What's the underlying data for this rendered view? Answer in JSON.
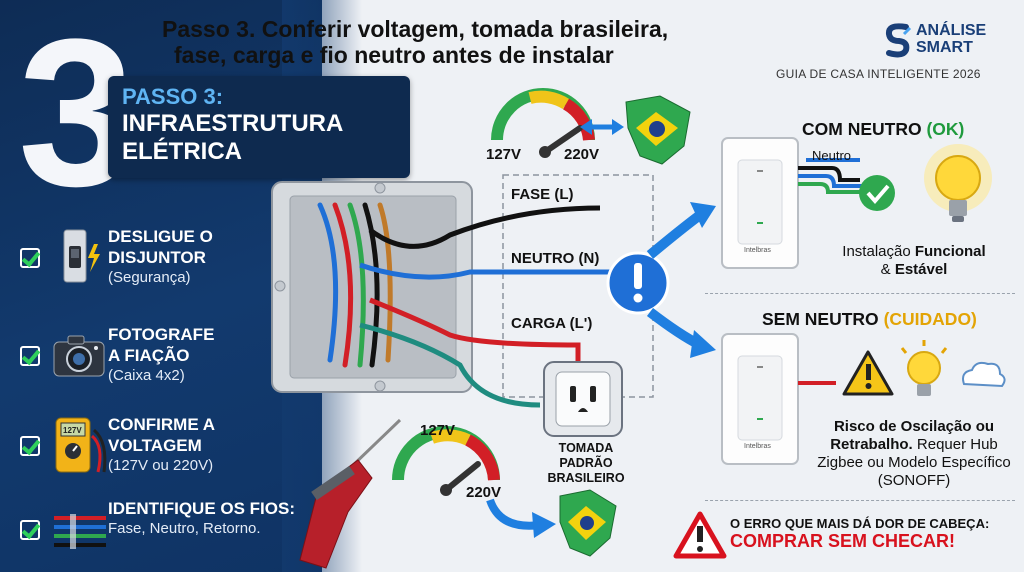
{
  "header": {
    "title_line1": "Passo 3. Conferir voltagem, tomada brasileira,",
    "title_line2": "fase, carga e fio neutro antes de instalar",
    "brand_line1": "ANÁLISE",
    "brand_line2": "SMART",
    "guide": "GUIA DE CASA INTELIGENTE 2026"
  },
  "step": {
    "number": "3",
    "label": "PASSO 3:",
    "title_line1": "INFRAESTRUTURA",
    "title_line2": "ELÉTRICA"
  },
  "checklist": [
    {
      "title": "DESLIGUE O\nDISJUNTOR",
      "sub": "(Segurança)",
      "icon": "breaker-icon"
    },
    {
      "title": "FOTOGRAFE\nA FIAÇÃO",
      "sub": "(Caixa 4x2)",
      "icon": "camera-icon"
    },
    {
      "title": "CONFIRME A\nVOLTAGEM",
      "sub": "(127V ou 220V)",
      "icon": "multimeter-icon"
    },
    {
      "title": "IDENTIFIQUE OS FIOS:",
      "sub": "Fase, Neutro, Retorno.",
      "icon": "wires-icon"
    }
  ],
  "diagram": {
    "gauge_top_low": "127V",
    "gauge_top_high": "220V",
    "wire_fase": "FASE (L)",
    "wire_neutro": "NEUTRO (N)",
    "wire_carga": "CARGA (L')",
    "socket_label": "TOMADA\nPADRÃO\nBRASILEIRO",
    "gauge_bottom_low": "127V",
    "gauge_bottom_high": "220V"
  },
  "with_neutral": {
    "heading": "COM NEUTRO",
    "status": "(OK)",
    "wire_label": "Neutro",
    "brand": "Intelbras",
    "desc_plain": "Instalação",
    "desc_bold1": "Funcional",
    "desc_line2_plain": "&",
    "desc_bold2": "Estável"
  },
  "without_neutral": {
    "heading": "SEM NEUTRO",
    "status": "(CUIDADO)",
    "brand": "Intelbras",
    "desc_bold": "Risco de Oscilação ou Retrabalho.",
    "desc_plain": "Requer Hub Zigbee ou Modelo Específico (SONOFF)"
  },
  "warning": {
    "top": "O ERRO QUE MAIS DÁ DOR DE CABEÇA:",
    "main": "COMPRAR SEM CHECAR!"
  },
  "colors": {
    "panel": "#123a6e",
    "accent_blue": "#5fb4f3",
    "ok_green": "#1f9a3d",
    "warn_yellow": "#e3a405",
    "error_red": "#d8121e",
    "arrow_blue": "#1f7fe0"
  }
}
